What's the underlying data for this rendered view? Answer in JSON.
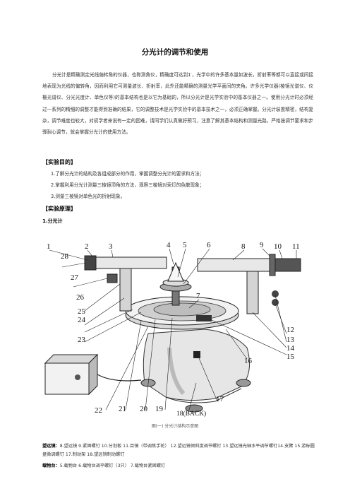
{
  "title": "分光计的调节和使用",
  "intro": "分光计是精确测定光线偏转角的仪器，也称测角仪，精确度可达到1′，光学中的许多基本量如波长，折射率等都可以直接或间接地表现为光线的偏转角，因而利用它可测量波长、折射率，此外还能精确的测量光学平面间的夹角。许多光学仪器(棱镜光谱仪、仪栅光谱仪、分光光度计、单色仪等)的基本结构也是以它为基础的，所以分光计是光学实验中的基本仪器之一。使用分光计时必须经过一系列的精细的调整才能得到准确的结果，它的调整技术是光学实验中的基本技术之一，必须正确掌握。分光计装置精密，结构复杂，调节难度也较大，对初学者来说有一定的困难，请同学们认真做好预习，注意了解其基本结构和测量光路，严格按调节要求和步骤耐心调节，就会掌握分光计的使用方法。",
  "sections": {
    "purpose_heading": "【实验目的】",
    "purpose_items": [
      "1.了解分光计的结构及各组成部分的作用，掌握调整分光计的要求和方法；",
      "2.掌握利用分光计测量三棱镜顶角的方法，观察三棱镜对汞灯的色散现象；",
      "3.测量三棱镜对单色光的折射现象。"
    ],
    "principle_heading": "【实验原理】",
    "sub_heading": "1.分光计"
  },
  "diagram": {
    "labels": [
      "1",
      "2",
      "3",
      "4",
      "5",
      "6",
      "7",
      "8",
      "9",
      "10",
      "11",
      "12",
      "13",
      "14",
      "15",
      "16",
      "17",
      "18(BACK)",
      "19",
      "20",
      "21",
      "22",
      "23",
      "24",
      "25",
      "26",
      "27",
      "28"
    ],
    "caption": "图(一)  分光计结构示意图"
  },
  "legend": [
    {
      "key": "望远镜：",
      "text": "8.望远镜 9.紧固螺钉 10.分划板 11.目镜（带调焦手轮） 12.望远镜倾斜度调节螺钉 13.望远镜光轴水平调节螺钉14.支臂 15.游标圆盘微调螺钉 17.制动架 18.望远镜制动螺钉"
    },
    {
      "key": "载物台：",
      "text": "5.载物台 6.载物台调平螺钉（3只） 7.载物台紧固螺钉"
    }
  ]
}
